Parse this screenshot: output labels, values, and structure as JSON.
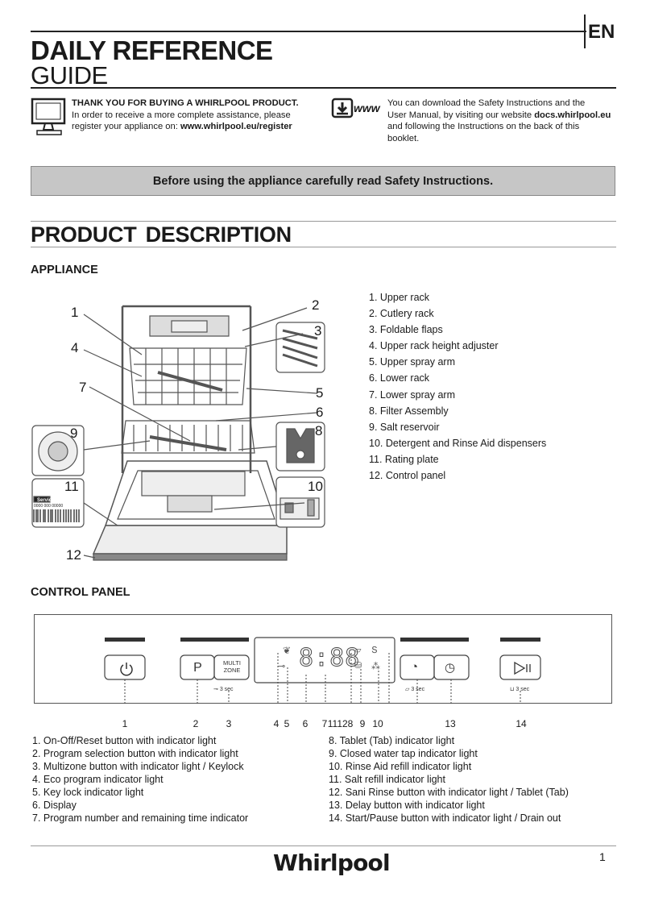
{
  "language": "EN",
  "title_line1": "DAILY REFERENCE",
  "title_line2": "GUIDE",
  "thank_you": {
    "bold": "THANK YOU FOR BUYING A WHIRLPOOL PRODUCT.",
    "line2": "In order to receive a more complete assistance, please",
    "line3_prefix": "register your appliance on: ",
    "url": "www.whirlpool.eu/register"
  },
  "download": {
    "icon_label": "www",
    "line1": "You can download the Safety Instructions and the",
    "line2_prefix": "User Manual, by visiting our website ",
    "url": "docs.whirlpool.eu",
    "line3": "and following the Instructions on the back of this",
    "line4": "booklet."
  },
  "banner": "Before using the appliance carefully read Safety Instructions.",
  "section_title": "PRODUCT  DESCRIPTION",
  "appliance_heading": "APPLIANCE",
  "appliance_parts": [
    "1.  Upper rack",
    "2.  Cutlery rack",
    "3.  Foldable flaps",
    "4.  Upper rack height adjuster",
    "5.  Upper spray arm",
    "6.  Lower rack",
    "7.  Lower spray arm",
    "8.  Filter Assembly",
    "9.  Salt reservoir",
    "10.  Detergent and Rinse Aid dispensers",
    "11.  Rating plate",
    "12.  Control panel"
  ],
  "diagram_numbers": [
    "1",
    "2",
    "3",
    "4",
    "5",
    "6",
    "7",
    "8",
    "9",
    "10",
    "11",
    "12"
  ],
  "rating_plate": {
    "label": "Service:",
    "code": "0000 000 00000"
  },
  "control_panel_heading": "CONTROL PANEL",
  "panel": {
    "multizone_line1": "MULTI",
    "multizone_line2": "ZONE",
    "display_text": "8:88",
    "keylock_hint": "3 sec",
    "tablet_hint": "3 sec",
    "drain_hint": "3 sec",
    "program_symbol": "P"
  },
  "panel_numbers": [
    "1",
    "2",
    "3",
    "4",
    "5",
    "6",
    "7",
    "11",
    "12",
    "8",
    "9",
    "10",
    "13",
    "14"
  ],
  "legend_left": [
    "1.  On-Off/Reset button with indicator light",
    "2.  Program selection button with indicator light",
    "3.  Multizone button with indicator light / Keylock",
    "4.  Eco program indicator light",
    "5.  Key lock indicator light",
    "6.  Display",
    "7.  Program number and remaining time indicator"
  ],
  "legend_right": [
    "8.  Tablet (Tab) indicator light",
    "9.  Closed water tap indicator light",
    "10.  Rinse Aid refill indicator light",
    "11.  Salt refill indicator light",
    "12.  Sani Rinse button with indicator light / Tablet (Tab)",
    "13.  Delay button with indicator light",
    "14.  Start/Pause button with indicator light / Drain out"
  ],
  "brand": "Whirlpool",
  "page_number": "1",
  "colors": {
    "banner": "#c6c6c6",
    "rule": "#222222",
    "diagram": "#555555"
  },
  "icons": [
    "computer-monitor-icon",
    "download-www-icon",
    "power-icon",
    "eco-leaf-icon",
    "key-icon",
    "tablet-icon",
    "water-tap-icon",
    "rinse-aid-icon",
    "salt-icon",
    "sani-rinse-icon",
    "delay-icon",
    "start-pause-icon"
  ]
}
